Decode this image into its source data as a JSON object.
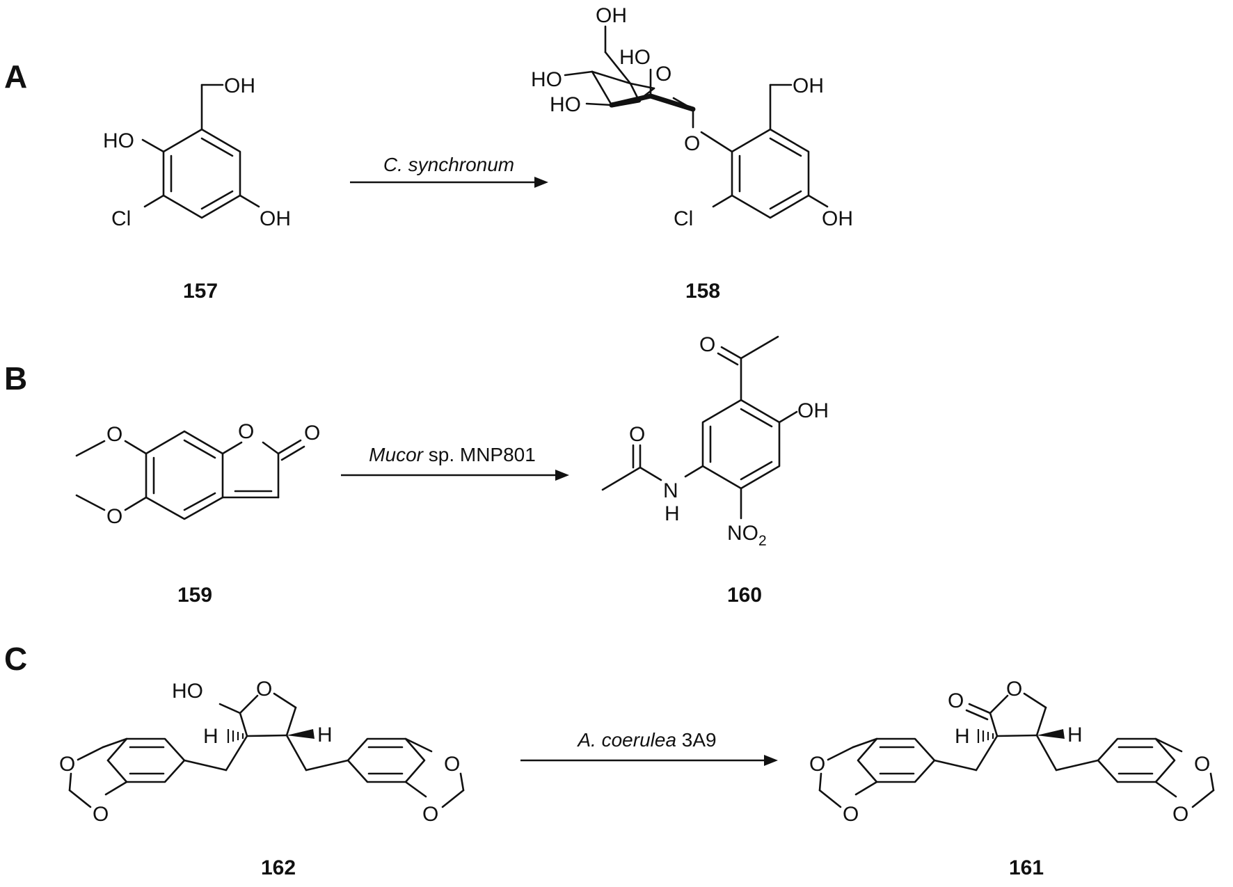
{
  "panels": {
    "a": "A",
    "b": "B",
    "c": "C"
  },
  "compounds": {
    "c157": "157",
    "c158": "158",
    "c159": "159",
    "c160": "160",
    "c162": "162",
    "c161": "161"
  },
  "reactions": {
    "a": {
      "organism": "C. synchronum",
      "strain": ""
    },
    "b": {
      "organism": "Mucor",
      "strain": " sp. MNP801"
    },
    "c": {
      "organism": "A. coerulea",
      "strain": " 3A9"
    }
  },
  "atoms": {
    "oh": "OH",
    "ho": "HO",
    "cl": "Cl",
    "o": "O",
    "n": "N",
    "h": "H",
    "no": "NO",
    "two": "2"
  }
}
